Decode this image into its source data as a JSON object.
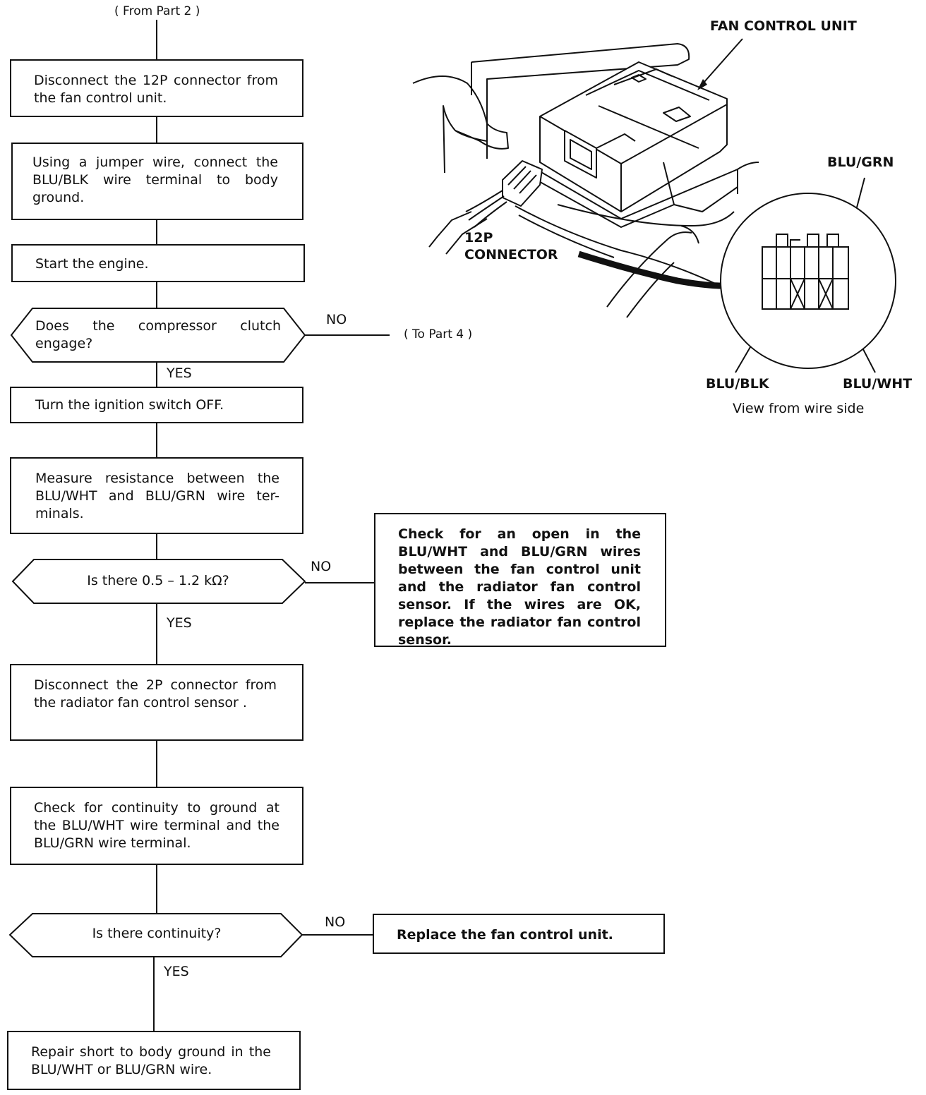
{
  "from_ref": "( From Part 2 )",
  "to_ref": "( To Part 4 )",
  "steps": {
    "disconnect_12p": "Disconnect the 12P connector from the fan control unit.",
    "jumper": "Using a jumper wire, connect the BLU/BLK wire terminal to body ground.",
    "start_engine": "Start the engine.",
    "turn_off": "Turn the ignition switch OFF.",
    "measure": "Measure resistance between the BLU/WHT and BLU/GRN wire ter-minals.",
    "disconnect_2p": "Disconnect the 2P connector from the radiator fan control sensor .",
    "check_continuity": "Check for continuity to ground at the BLU/WHT wire terminal and the BLU/GRN wire terminal.",
    "repair_short": "Repair short to body ground in the BLU/WHT or BLU/GRN wire."
  },
  "decisions": {
    "clutch": "Does the compressor clutch engage?",
    "resistance": "Is there 0.5 – 1.2 kΩ?",
    "continuity": "Is there continuity?"
  },
  "branches": {
    "check_open": "Check for an open in the BLU/WHT and BLU/GRN wires between the fan control unit and the radiator fan control sensor. If the wires are OK, replace the radiator fan control sensor.",
    "replace_unit": "Replace the fan control unit."
  },
  "labels": {
    "yes": "YES",
    "no": "NO"
  },
  "figure": {
    "fan_control_unit": "FAN CONTROL UNIT",
    "connector_12p_line1": "12P",
    "connector_12p_line2": "CONNECTOR",
    "blu_grn": "BLU/GRN",
    "blu_blk": "BLU/BLK",
    "blu_wht": "BLU/WHT",
    "view_caption": "View from wire side"
  }
}
